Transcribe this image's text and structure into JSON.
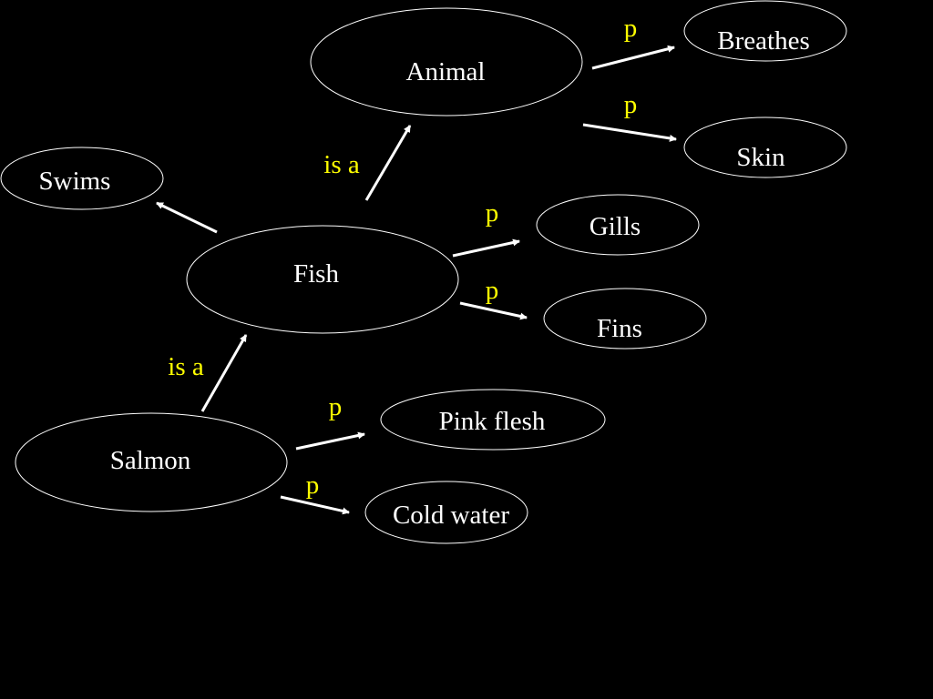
{
  "diagram": {
    "colors": {
      "background": "#000000",
      "node": "#ffffff",
      "edge": "#ffffff",
      "edge_label": "#ffff00"
    },
    "nodes": [
      {
        "id": "animal",
        "label": "Animal"
      },
      {
        "id": "breathes",
        "label": "Breathes"
      },
      {
        "id": "skin",
        "label": "Skin"
      },
      {
        "id": "swims",
        "label": "Swims"
      },
      {
        "id": "fish",
        "label": "Fish"
      },
      {
        "id": "gills",
        "label": "Gills"
      },
      {
        "id": "fins",
        "label": "Fins"
      },
      {
        "id": "salmon",
        "label": "Salmon"
      },
      {
        "id": "pink-flesh",
        "label": "Pink flesh"
      },
      {
        "id": "cold-water",
        "label": "Cold water"
      }
    ],
    "edges": [
      {
        "from": "animal",
        "to": "breathes",
        "label": "p"
      },
      {
        "from": "animal",
        "to": "skin",
        "label": "p"
      },
      {
        "from": "fish",
        "to": "animal",
        "label": "is a"
      },
      {
        "from": "fish",
        "to": "swims",
        "label": ""
      },
      {
        "from": "fish",
        "to": "gills",
        "label": "p"
      },
      {
        "from": "fish",
        "to": "fins",
        "label": "p"
      },
      {
        "from": "salmon",
        "to": "fish",
        "label": "is a"
      },
      {
        "from": "salmon",
        "to": "pink-flesh",
        "label": "p"
      },
      {
        "from": "salmon",
        "to": "cold-water",
        "label": "p"
      }
    ]
  }
}
